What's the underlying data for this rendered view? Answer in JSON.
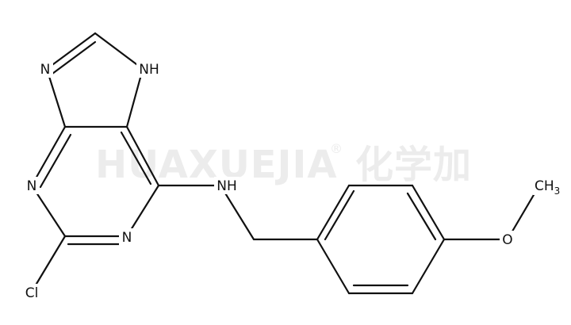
{
  "watermark": {
    "brand": "HUAXUEJIA",
    "registered": "®",
    "cjk": "化学加"
  },
  "atoms": {
    "n_imidazole": "N",
    "nh_imidazole": "NH",
    "n_pyrimidine_left": "N",
    "n_pyrimidine_bottom": "N",
    "nh_amine": "NH",
    "cl": "Cl",
    "o_methoxy": "O",
    "ch3_base": "CH",
    "ch3_sub": "3"
  }
}
